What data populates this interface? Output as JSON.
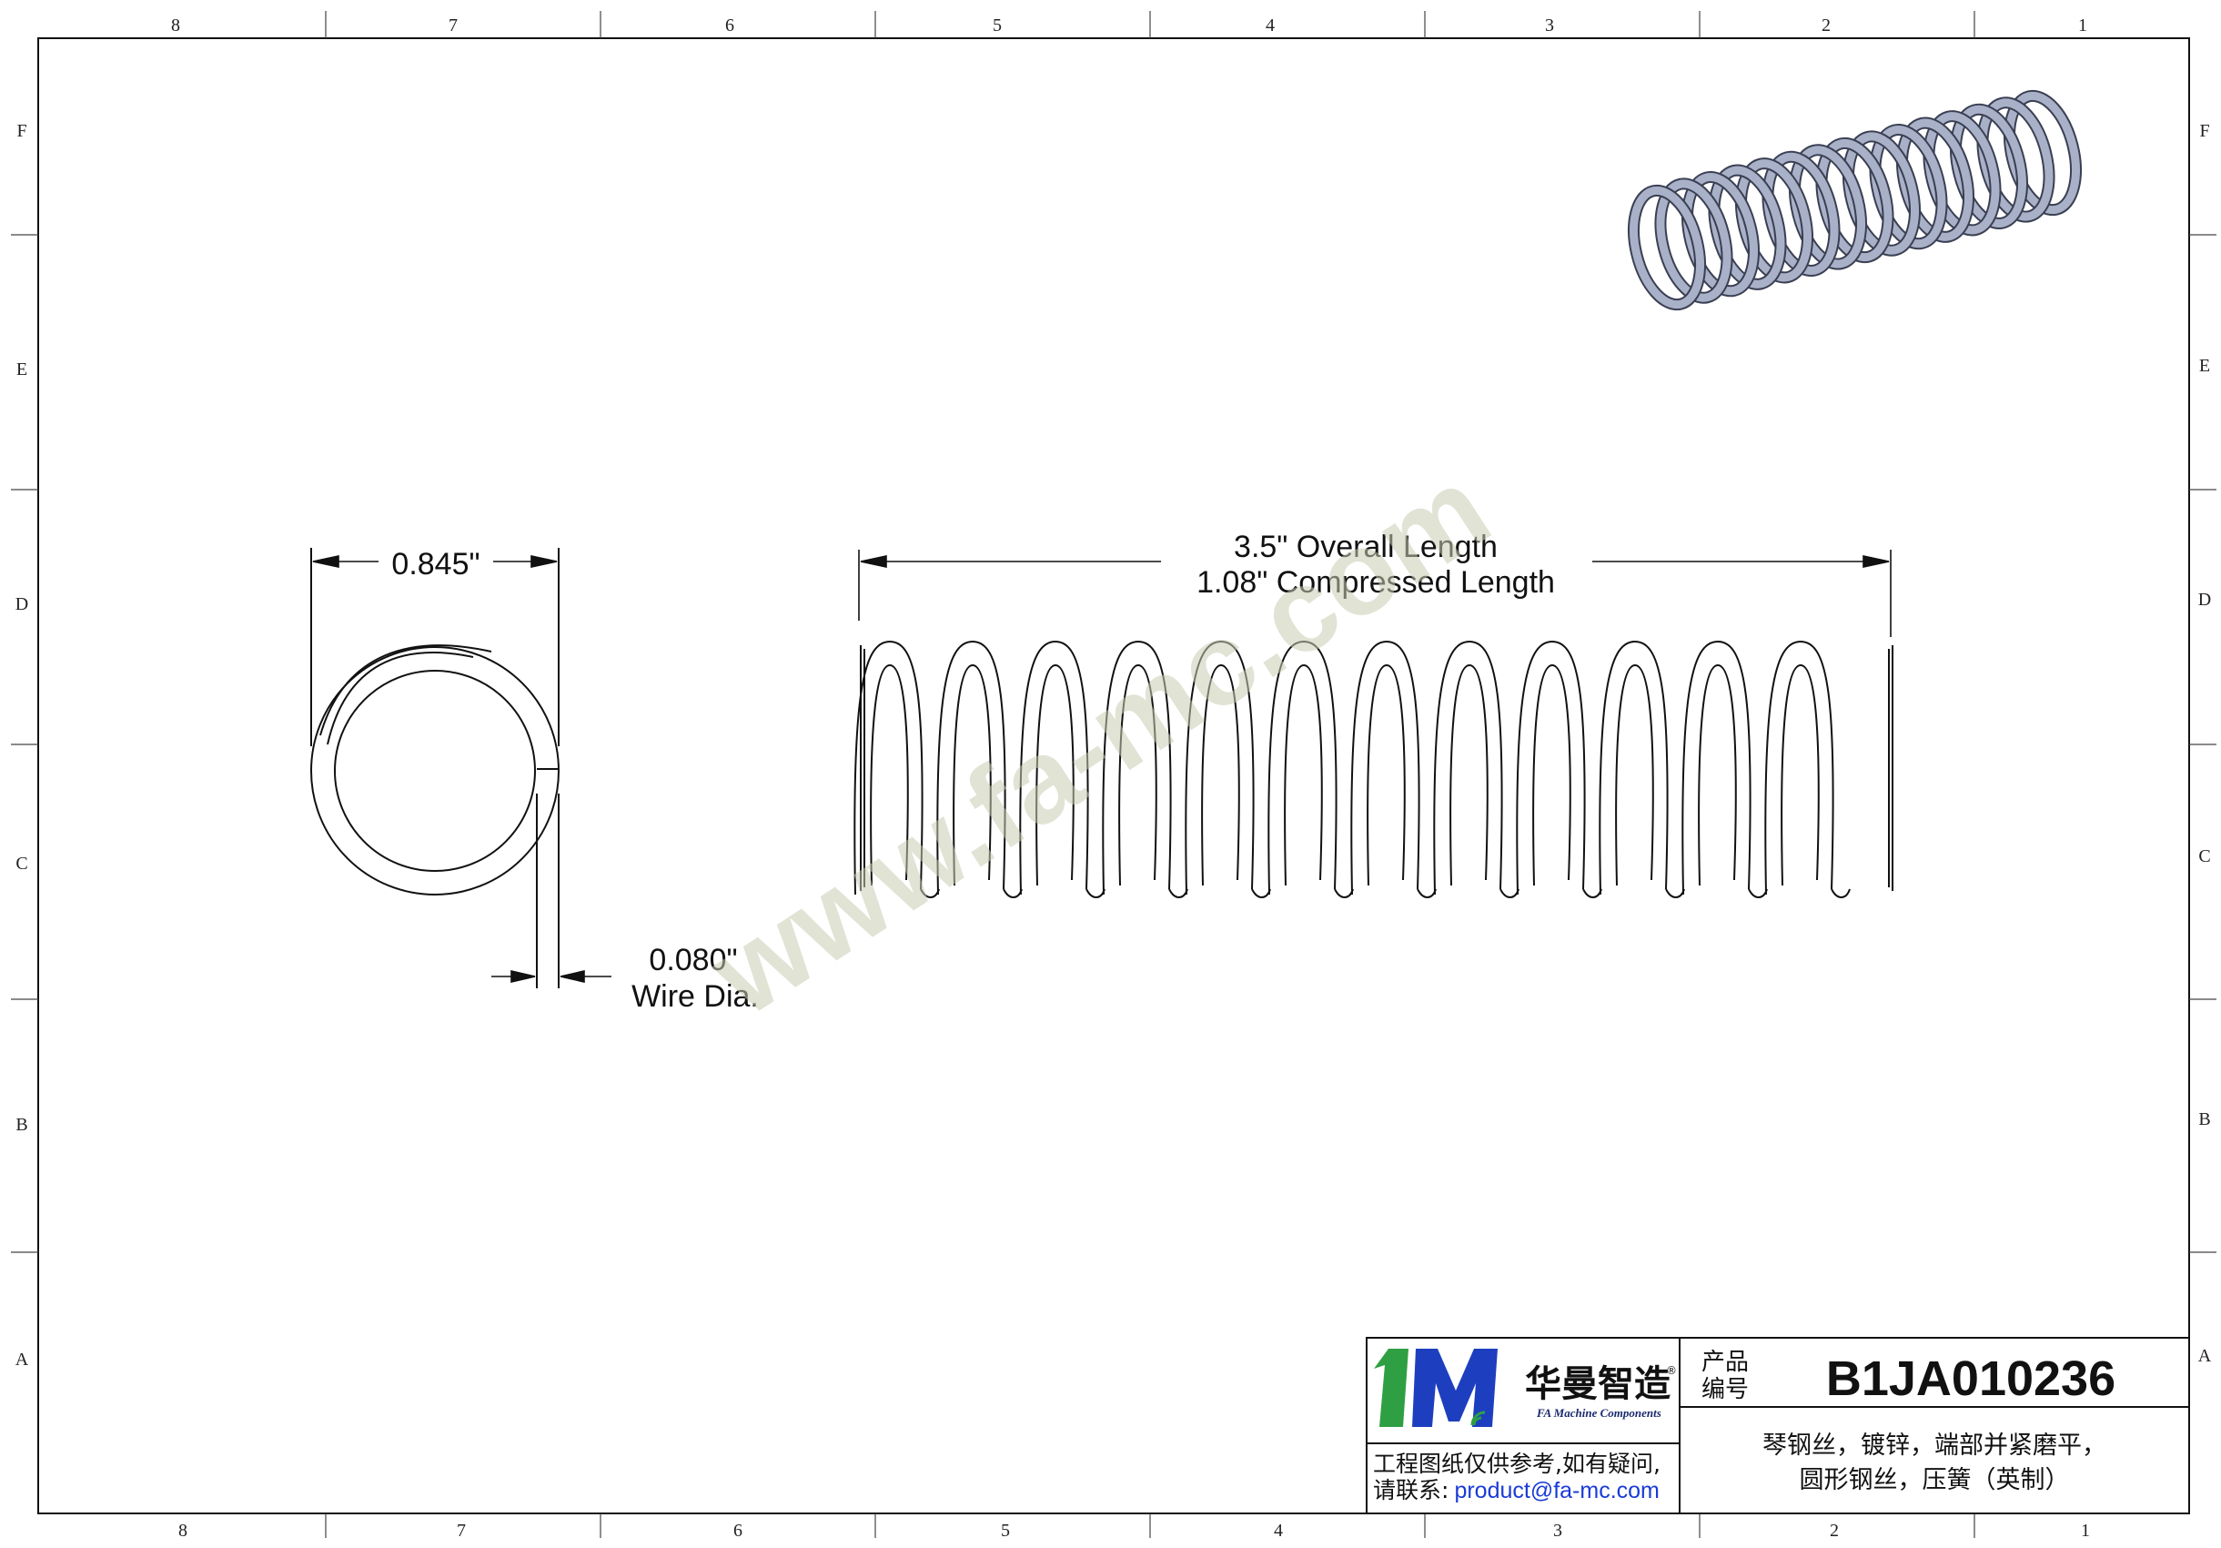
{
  "zones": {
    "columns": [
      "8",
      "7",
      "6",
      "5",
      "4",
      "3",
      "2",
      "1"
    ],
    "rows": [
      "F",
      "E",
      "D",
      "C",
      "B",
      "A"
    ]
  },
  "end_view": {
    "outer_diameter": "0.845\"",
    "wire_diameter": "0.080\"",
    "wire_label": "Wire Dia."
  },
  "side_view": {
    "overall_length": "3.5\" Overall Length",
    "compressed_length": "1.08\" Compressed Length",
    "coil_count": 12
  },
  "watermark": "www.fa-mc.com",
  "title_block": {
    "brand_cn": "华曼智造",
    "brand_en": "FA Machine Components",
    "product_no_label_line1": "产品",
    "product_no_label_line2": "编号",
    "product_no": "B1JA010236",
    "description_line1": "琴钢丝，镀锌，端部并紧磨平，",
    "description_line2": "圆形钢丝，压簧（英制）",
    "disclaimer_line1": "工程图纸仅供参考,如有疑问,",
    "contact_label": "请联系:",
    "contact_email": "product@fa-mc.com"
  },
  "colors": {
    "line": "#111111",
    "watermark": "#c9cdb4",
    "spring_3d": "#a9b1c9",
    "logo_green": "#2ea043",
    "logo_blue": "#1d3fbf",
    "email": "#1a3bd6"
  }
}
